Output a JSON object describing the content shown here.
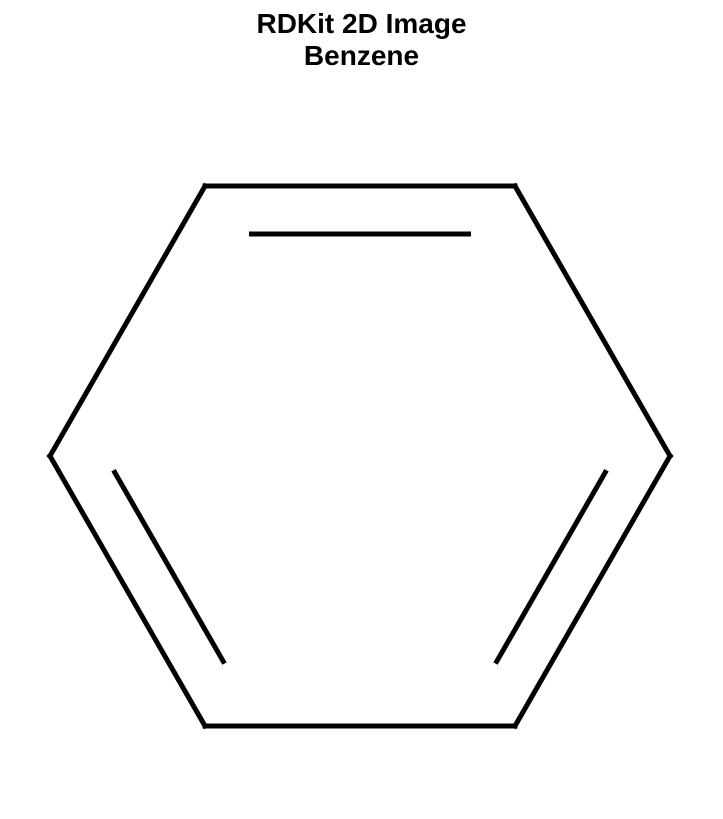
{
  "figure": {
    "title": "RDKit 2D Image",
    "molecule_name": "Benzene"
  },
  "molecule": {
    "bond_color": "#000000",
    "background_color": "#ffffff",
    "atoms": [
      "C",
      "C",
      "C",
      "C",
      "C",
      "C"
    ],
    "bonds": [
      {
        "from": 0,
        "to": 1,
        "order": 2
      },
      {
        "from": 1,
        "to": 2,
        "order": 1
      },
      {
        "from": 2,
        "to": 3,
        "order": 2
      },
      {
        "from": 3,
        "to": 4,
        "order": 1
      },
      {
        "from": 4,
        "to": 5,
        "order": 2
      },
      {
        "from": 5,
        "to": 0,
        "order": 1
      }
    ]
  }
}
